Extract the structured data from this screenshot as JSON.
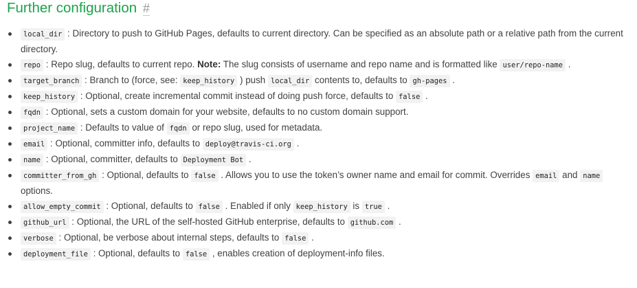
{
  "heading": {
    "text": "Further configuration",
    "anchor": "#"
  },
  "colors": {
    "heading": "#1aa34a",
    "text": "#404040",
    "code_bg": "#f2f2f2"
  },
  "items": [
    {
      "key": "local_dir",
      "parts": [
        {
          "t": " : Directory to push to GitHub Pages, defaults to current directory. Can be specified as an absolute path or a relative path from the current directory."
        }
      ]
    },
    {
      "key": "repo",
      "parts": [
        {
          "t": " : Repo slug, defaults to current repo. "
        },
        {
          "b": "Note:"
        },
        {
          "t": " The slug consists of username and repo name and is formatted like "
        },
        {
          "c": "user/repo-name"
        },
        {
          "t": " ."
        }
      ]
    },
    {
      "key": "target_branch",
      "parts": [
        {
          "t": " : Branch to (force, see: "
        },
        {
          "c": "keep_history"
        },
        {
          "t": " ) push "
        },
        {
          "c": "local_dir"
        },
        {
          "t": " contents to, defaults to "
        },
        {
          "c": "gh-pages"
        },
        {
          "t": " ."
        }
      ]
    },
    {
      "key": "keep_history",
      "parts": [
        {
          "t": " : Optional, create incremental commit instead of doing push force, defaults to "
        },
        {
          "c": "false"
        },
        {
          "t": " ."
        }
      ]
    },
    {
      "key": "fqdn",
      "parts": [
        {
          "t": " : Optional, sets a custom domain for your website, defaults to no custom domain support."
        }
      ]
    },
    {
      "key": "project_name",
      "parts": [
        {
          "t": " : Defaults to value of "
        },
        {
          "c": "fqdn"
        },
        {
          "t": " or repo slug, used for metadata."
        }
      ]
    },
    {
      "key": "email",
      "parts": [
        {
          "t": " : Optional, committer info, defaults to "
        },
        {
          "c": "deploy@travis-ci.org"
        },
        {
          "t": " ."
        }
      ]
    },
    {
      "key": "name",
      "parts": [
        {
          "t": " : Optional, committer, defaults to "
        },
        {
          "c": "Deployment Bot"
        },
        {
          "t": " ."
        }
      ]
    },
    {
      "key": "committer_from_gh",
      "parts": [
        {
          "t": " : Optional, defaults to "
        },
        {
          "c": "false"
        },
        {
          "t": " . Allows you to use the token’s owner name and email for commit. Overrides "
        },
        {
          "c": "email"
        },
        {
          "t": " and "
        },
        {
          "c": "name"
        },
        {
          "t": " options."
        }
      ]
    },
    {
      "key": "allow_empty_commit",
      "parts": [
        {
          "t": " : Optional, defaults to "
        },
        {
          "c": "false"
        },
        {
          "t": " . Enabled if only "
        },
        {
          "c": "keep_history"
        },
        {
          "t": " is "
        },
        {
          "c": "true"
        },
        {
          "t": " ."
        }
      ]
    },
    {
      "key": "github_url",
      "parts": [
        {
          "t": " : Optional, the URL of the self-hosted GitHub enterprise, defaults to "
        },
        {
          "c": "github.com"
        },
        {
          "t": " ."
        }
      ]
    },
    {
      "key": "verbose",
      "parts": [
        {
          "t": " : Optional, be verbose about internal steps, defaults to "
        },
        {
          "c": "false"
        },
        {
          "t": " ."
        }
      ]
    },
    {
      "key": "deployment_file",
      "parts": [
        {
          "t": " : Optional, defaults to "
        },
        {
          "c": "false"
        },
        {
          "t": " , enables creation of deployment-info files."
        }
      ]
    }
  ]
}
